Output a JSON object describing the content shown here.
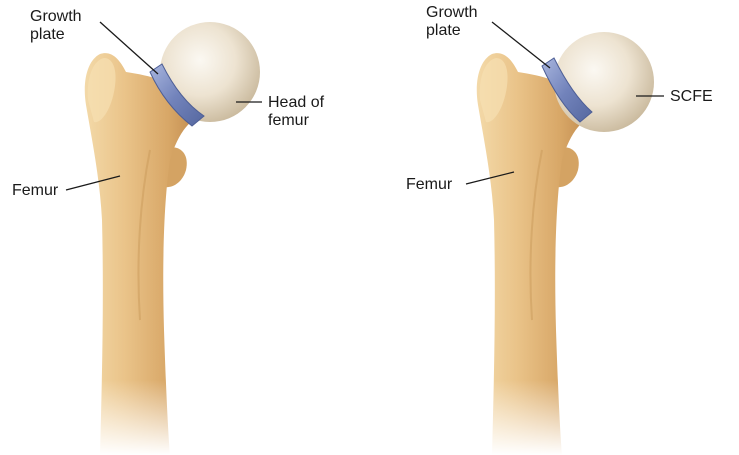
{
  "left_panel": {
    "growth_plate_label": [
      "Growth",
      "plate"
    ],
    "head_label": [
      "Head of",
      "femur"
    ],
    "femur_label": "Femur"
  },
  "right_panel": {
    "growth_plate_label": [
      "Growth",
      "plate"
    ],
    "scfe_label": "SCFE",
    "femur_label": "Femur"
  },
  "colors": {
    "bone": "#e8c48a",
    "bone_shadow": "#c99a5c",
    "femoral_head": "#efe6d6",
    "growth_plate": "#7d8fc4"
  }
}
